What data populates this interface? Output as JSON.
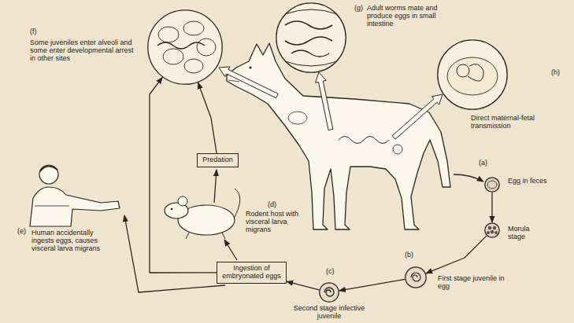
{
  "diagram": {
    "nodes": [
      {
        "text": [
          "(f)",
          "Some juveniles enter alveoli and some enter developmental arrest in other sites"
        ]
      },
      {
        "text": [
          "(g)",
          "Adult worms mate and produce eggs in small intestine"
        ]
      },
      {
        "text": [
          "(h)",
          "Direct maternal-fetal transmission"
        ]
      },
      {
        "text": [
          "Predation"
        ]
      },
      {
        "text": [
          "(a)",
          "Egg in feces"
        ]
      },
      {
        "text": [
          "Morula stage"
        ]
      },
      {
        "text": [
          "(b)",
          "First stage juvenile in egg"
        ]
      },
      {
        "text": [
          "(c)",
          "Second stage infective juvenile"
        ]
      },
      {
        "text": [
          "Ingestion of embryonated eggs"
        ]
      }
    ],
    "edges": [
      {
        "from": 4,
        "to": 5,
        "arrow": "to"
      },
      {
        "from": 5,
        "to": 6,
        "arrow": "to"
      },
      {
        "from": 6,
        "to": 7,
        "arrow": "to"
      },
      {
        "from": 7,
        "to": 8,
        "arrow": "to"
      },
      {
        "from": 3,
        "to": 0,
        "arrow": "to"
      },
      {
        "from": 8,
        "to": 0,
        "arrow": "to"
      }
    ],
    "labels": [
      "(d)",
      "Rodent host with visceral larva migrans",
      "(e)",
      "Human accidentally ingests eggs, causes visceral larva migrans"
    ]
  }
}
